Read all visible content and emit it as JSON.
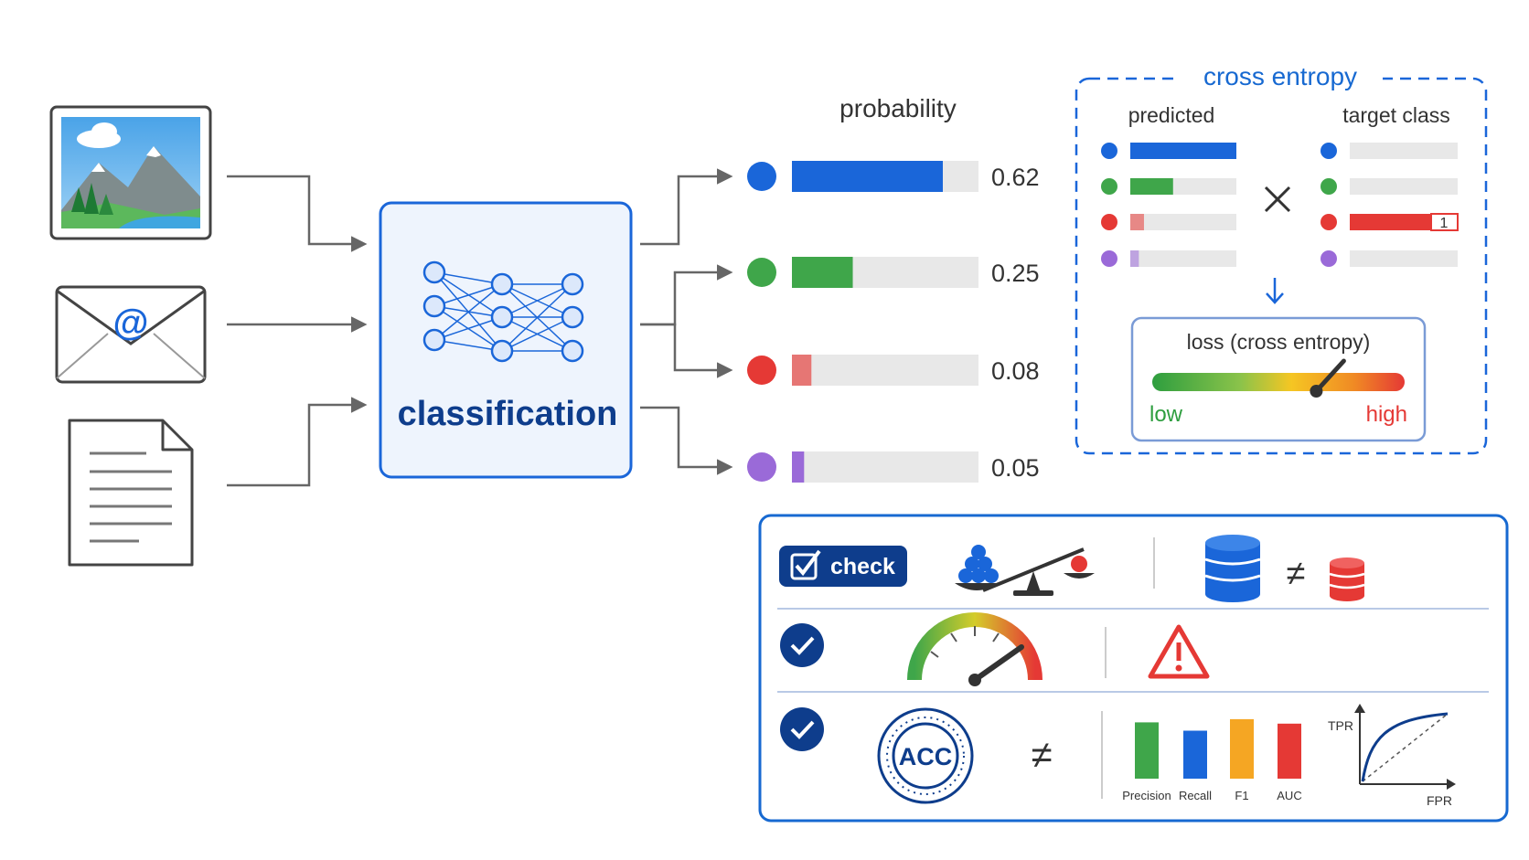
{
  "colors": {
    "blue": "#1a66d9",
    "green": "#3fa64a",
    "red": "#e53935",
    "purple": "#9a6ad8",
    "dark_blue": "#0e3d8c",
    "accent_blue": "#1769d1",
    "track": "#e8e8e8"
  },
  "model": {
    "label": "classification"
  },
  "probability": {
    "title": "probability",
    "bars": [
      {
        "color": "blue",
        "value": 0.62,
        "label": "0.62"
      },
      {
        "color": "green",
        "value": 0.25,
        "label": "0.25"
      },
      {
        "color": "red",
        "value": 0.08,
        "label": "0.08"
      },
      {
        "color": "purple",
        "value": 0.05,
        "label": "0.05"
      }
    ]
  },
  "cross_entropy": {
    "title": "cross entropy",
    "predicted_label": "predicted",
    "target_label": "target class",
    "target_value": "1",
    "target_index": 2,
    "loss_title": "loss (cross entropy)",
    "low_label": "low",
    "high_label": "high",
    "loss_level": 0.65
  },
  "checks": {
    "check_label": "check",
    "acc_label": "ACC",
    "metrics": [
      "Precision",
      "Recall",
      "F1",
      "AUC"
    ],
    "metric_colors": [
      "#3fa64a",
      "#1a66d9",
      "#f5a623",
      "#e53935"
    ],
    "metric_values": [
      0.88,
      0.75,
      0.93,
      0.86
    ],
    "tpr_label": "TPR",
    "fpr_label": "FPR",
    "not_equal": "≠"
  }
}
